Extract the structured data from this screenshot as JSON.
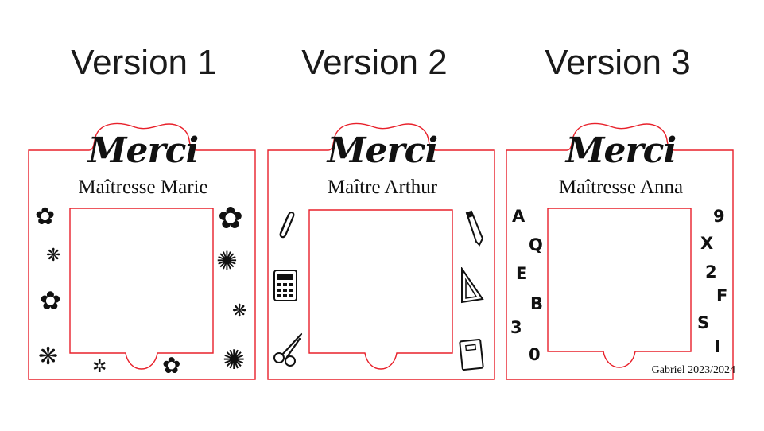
{
  "versions": [
    {
      "title": "Version 1",
      "heading": "Merci",
      "teacher": "Maîtresse Marie",
      "decor": "flowers"
    },
    {
      "title": "Version 2",
      "heading": "Merci",
      "teacher": "Maître Arthur",
      "decor": "school-supplies"
    },
    {
      "title": "Version 3",
      "heading": "Merci",
      "teacher": "Maîtresse Anna",
      "decor": "letters-numbers",
      "letters_left": [
        "A",
        "Q",
        "E",
        "B",
        "3",
        "0"
      ],
      "letters_right": [
        "9",
        "X",
        "2",
        "F",
        "S",
        "I"
      ],
      "signature": "Gabriel 2023/2024"
    }
  ],
  "icons": {
    "flower": "flower-icon",
    "paperclip": "paperclip-icon",
    "calculator": "calculator-icon",
    "scissors": "scissors-icon",
    "pencil": "pencil-icon",
    "set-square": "set-square-icon",
    "notebook": "notebook-icon"
  },
  "colors": {
    "outline": "#e8202a",
    "ink": "#111111",
    "background": "#ffffff"
  }
}
